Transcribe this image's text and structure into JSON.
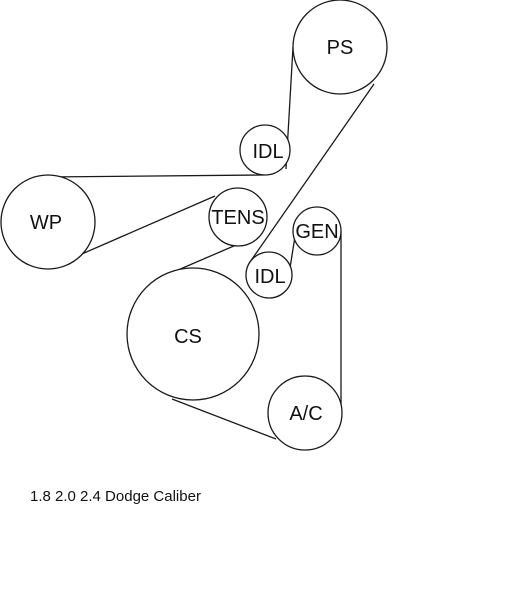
{
  "pulleys": {
    "ps": "PS",
    "idl_upper": "IDL",
    "wp": "WP",
    "tens": "TENS",
    "gen": "GEN",
    "idl_lower": "IDL",
    "cs": "CS",
    "ac": "A/C"
  },
  "caption": "1.8 2.0 2.4 Dodge Caliber"
}
